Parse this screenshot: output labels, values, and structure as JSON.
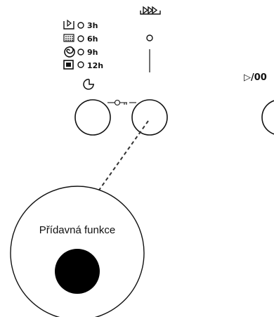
{
  "delay_timer": {
    "options": [
      {
        "label": "3h",
        "icon": "program-icon"
      },
      {
        "label": "6h",
        "icon": "dots-grid-icon"
      },
      {
        "label": "9h",
        "icon": "spiral-icon"
      },
      {
        "label": "12h",
        "icon": "square-frame-icon"
      }
    ],
    "button_icon": "clock-icon"
  },
  "quick_wash": {
    "icon": "fast-forward-icon"
  },
  "lock": {
    "icon": "key-icon"
  },
  "start_pause": {
    "label": "▷/00"
  },
  "callout": {
    "label": "Přídavná funkce"
  }
}
